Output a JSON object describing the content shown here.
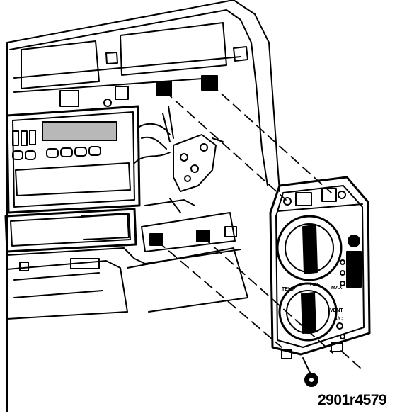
{
  "figure": {
    "caption": "2901r4579",
    "panel_labels": {
      "top_left": "TEMP",
      "top_center": "OFF",
      "top_right": "MAX",
      "mode_left": "VENT",
      "mode_right": "A/C"
    }
  },
  "colors": {
    "ink": "#000000",
    "paper": "#ffffff",
    "screen": "#b8b8b8"
  }
}
